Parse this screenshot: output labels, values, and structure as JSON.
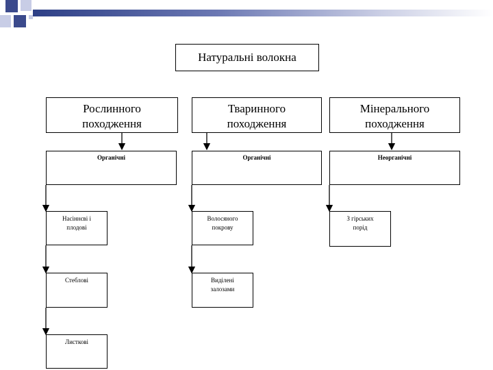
{
  "title": "Натуральні волокна",
  "categories": [
    {
      "label_line1": "Рослинного",
      "label_line2": "походження",
      "subtype": "Органічні"
    },
    {
      "label_line1": "Тваринного",
      "label_line2": "походження",
      "subtype": "Органічні"
    },
    {
      "label_line1": "Мінерального",
      "label_line2": "походження",
      "subtype": "Неорганічні"
    }
  ],
  "plant_leaves": [
    {
      "line1": "Насіннєві і",
      "line2": "плодові"
    },
    {
      "line1": "Стеблові",
      "line2": ""
    },
    {
      "line1": "Листкові",
      "line2": ""
    }
  ],
  "animal_leaves": [
    {
      "line1": "Волосяного",
      "line2": "покрову"
    },
    {
      "line1": "Виділені",
      "line2": "залозами"
    }
  ],
  "mineral_leaves": [
    {
      "line1": "З гірських",
      "line2": "порід"
    }
  ],
  "colors": {
    "accent_dark": "#2d3f86",
    "accent_light": "#c8cde6"
  }
}
